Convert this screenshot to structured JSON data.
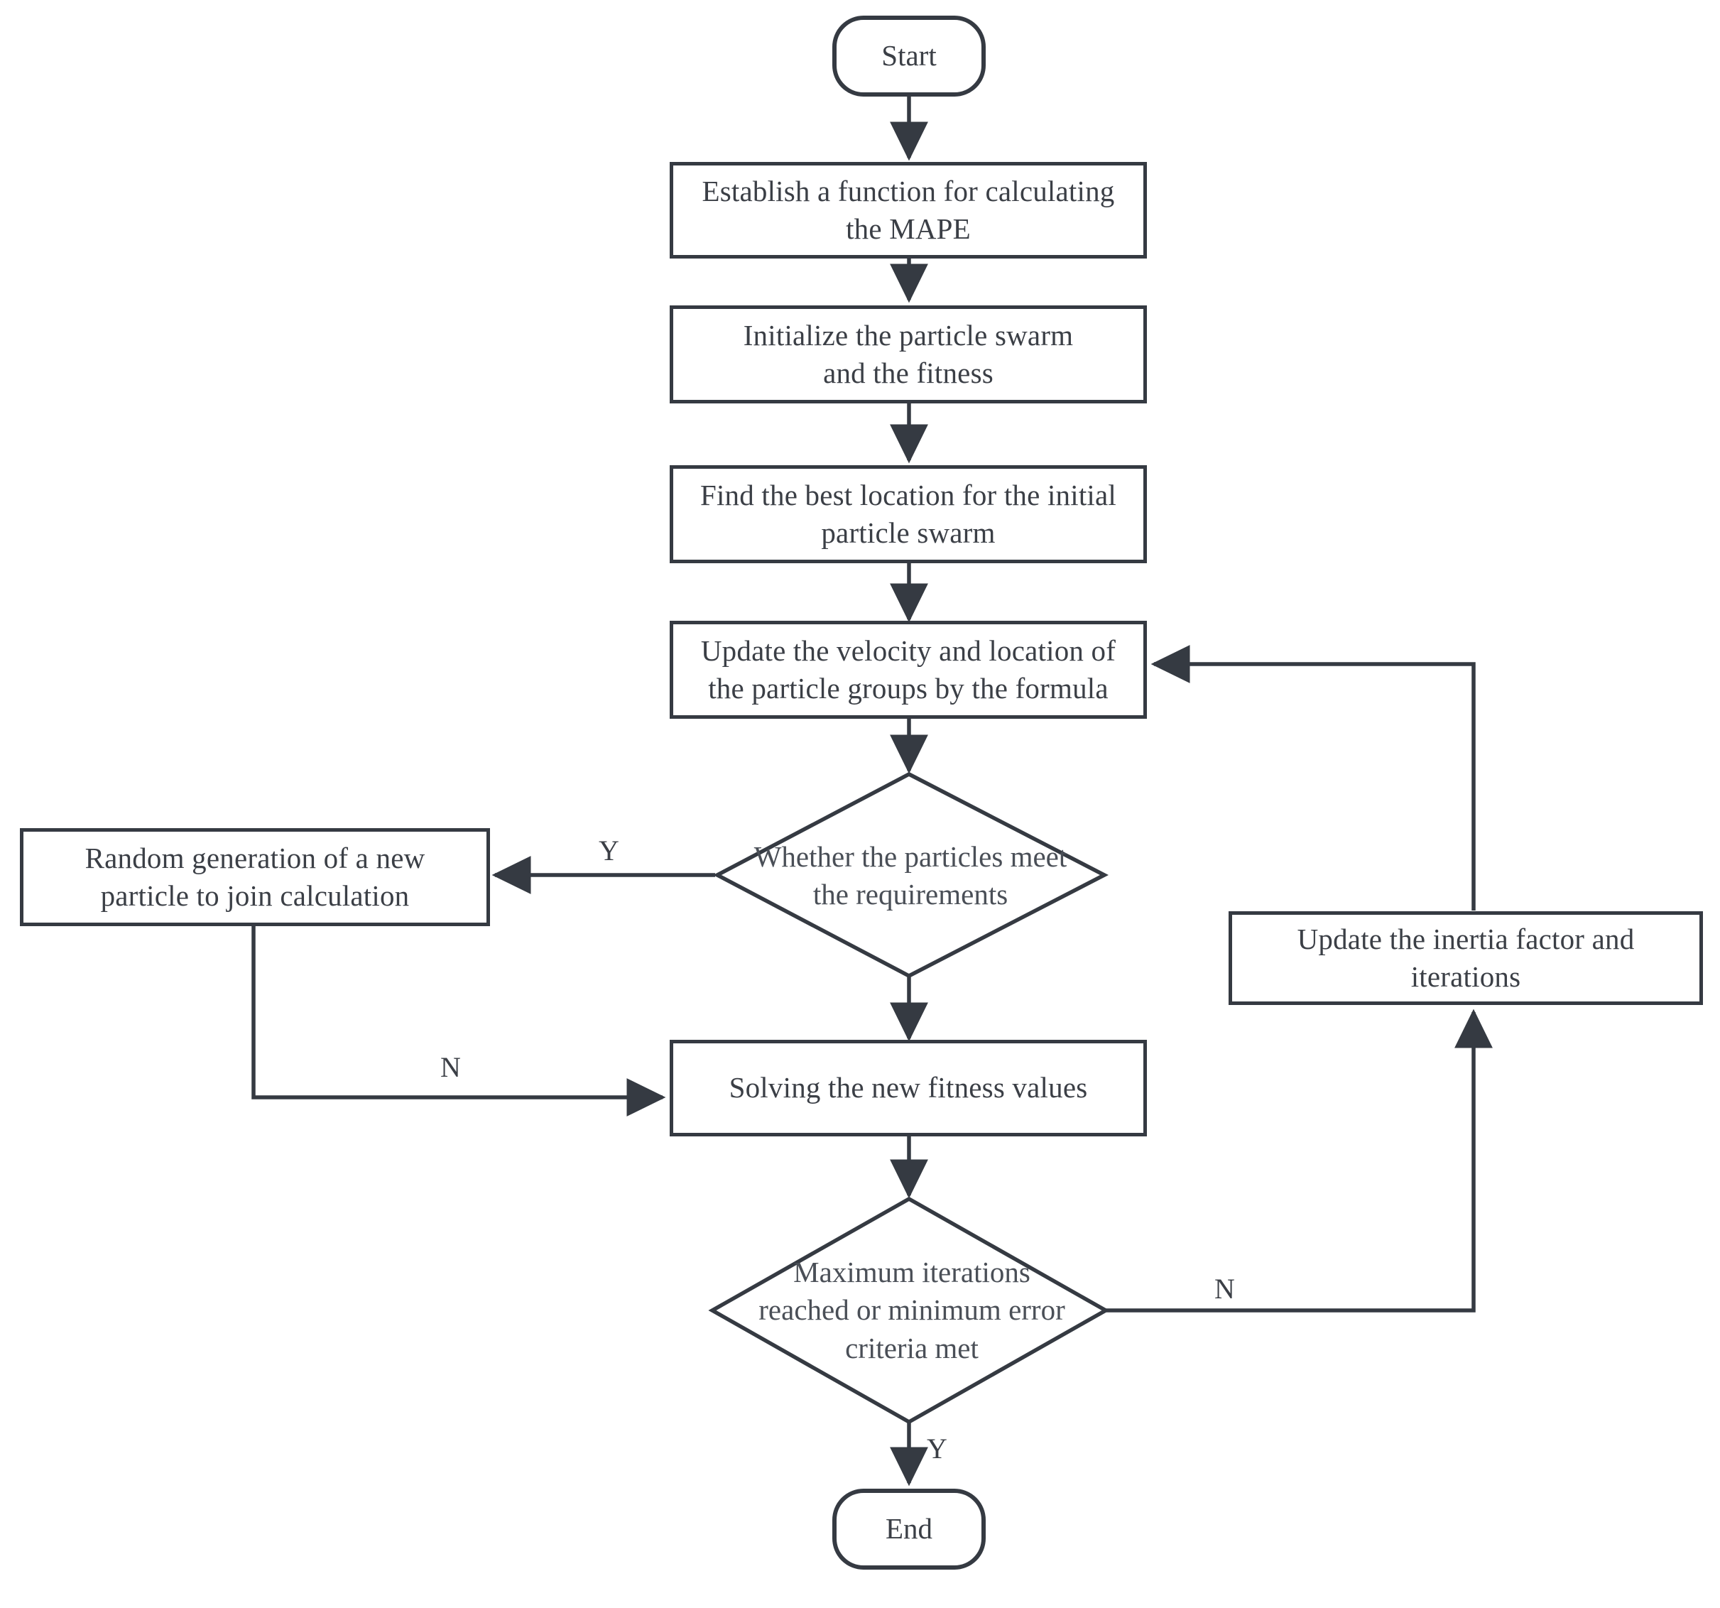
{
  "diagram": {
    "title": "PSO algorithm flowchart",
    "background_color": "#ffffff",
    "stroke_color": "#353a42",
    "text_color": "#3b3f46",
    "nodes": {
      "start": {
        "label": "Start",
        "shape": "terminal"
      },
      "establish_mape": {
        "label": "Establish a function for calculating\nthe MAPE",
        "shape": "process"
      },
      "initialize_swarm": {
        "label": "Initialize the particle swarm\nand the fitness",
        "shape": "process"
      },
      "find_best_location": {
        "label": "Find the best location for the initial\nparticle swarm",
        "shape": "process"
      },
      "update_velocity": {
        "label": "Update the velocity and location of\nthe particle groups by the formula",
        "shape": "process"
      },
      "check_requirements": {
        "label": "Whether the particles meet\nthe requirements",
        "shape": "decision"
      },
      "random_generation": {
        "label": "Random generation of a new\nparticle to join calculation",
        "shape": "process"
      },
      "solving_fitness": {
        "label": "Solving the new fitness values",
        "shape": "process"
      },
      "max_iterations": {
        "label": "Maximum iterations\nreached or minimum error\ncriteria met",
        "shape": "decision"
      },
      "update_inertia": {
        "label": "Update the inertia factor and\niterations",
        "shape": "process"
      },
      "end": {
        "label": "End",
        "shape": "terminal"
      }
    },
    "edge_labels": {
      "requirements_yes": "Y",
      "requirements_no": "N",
      "iterations_no": "N",
      "iterations_yes": "Y"
    }
  }
}
